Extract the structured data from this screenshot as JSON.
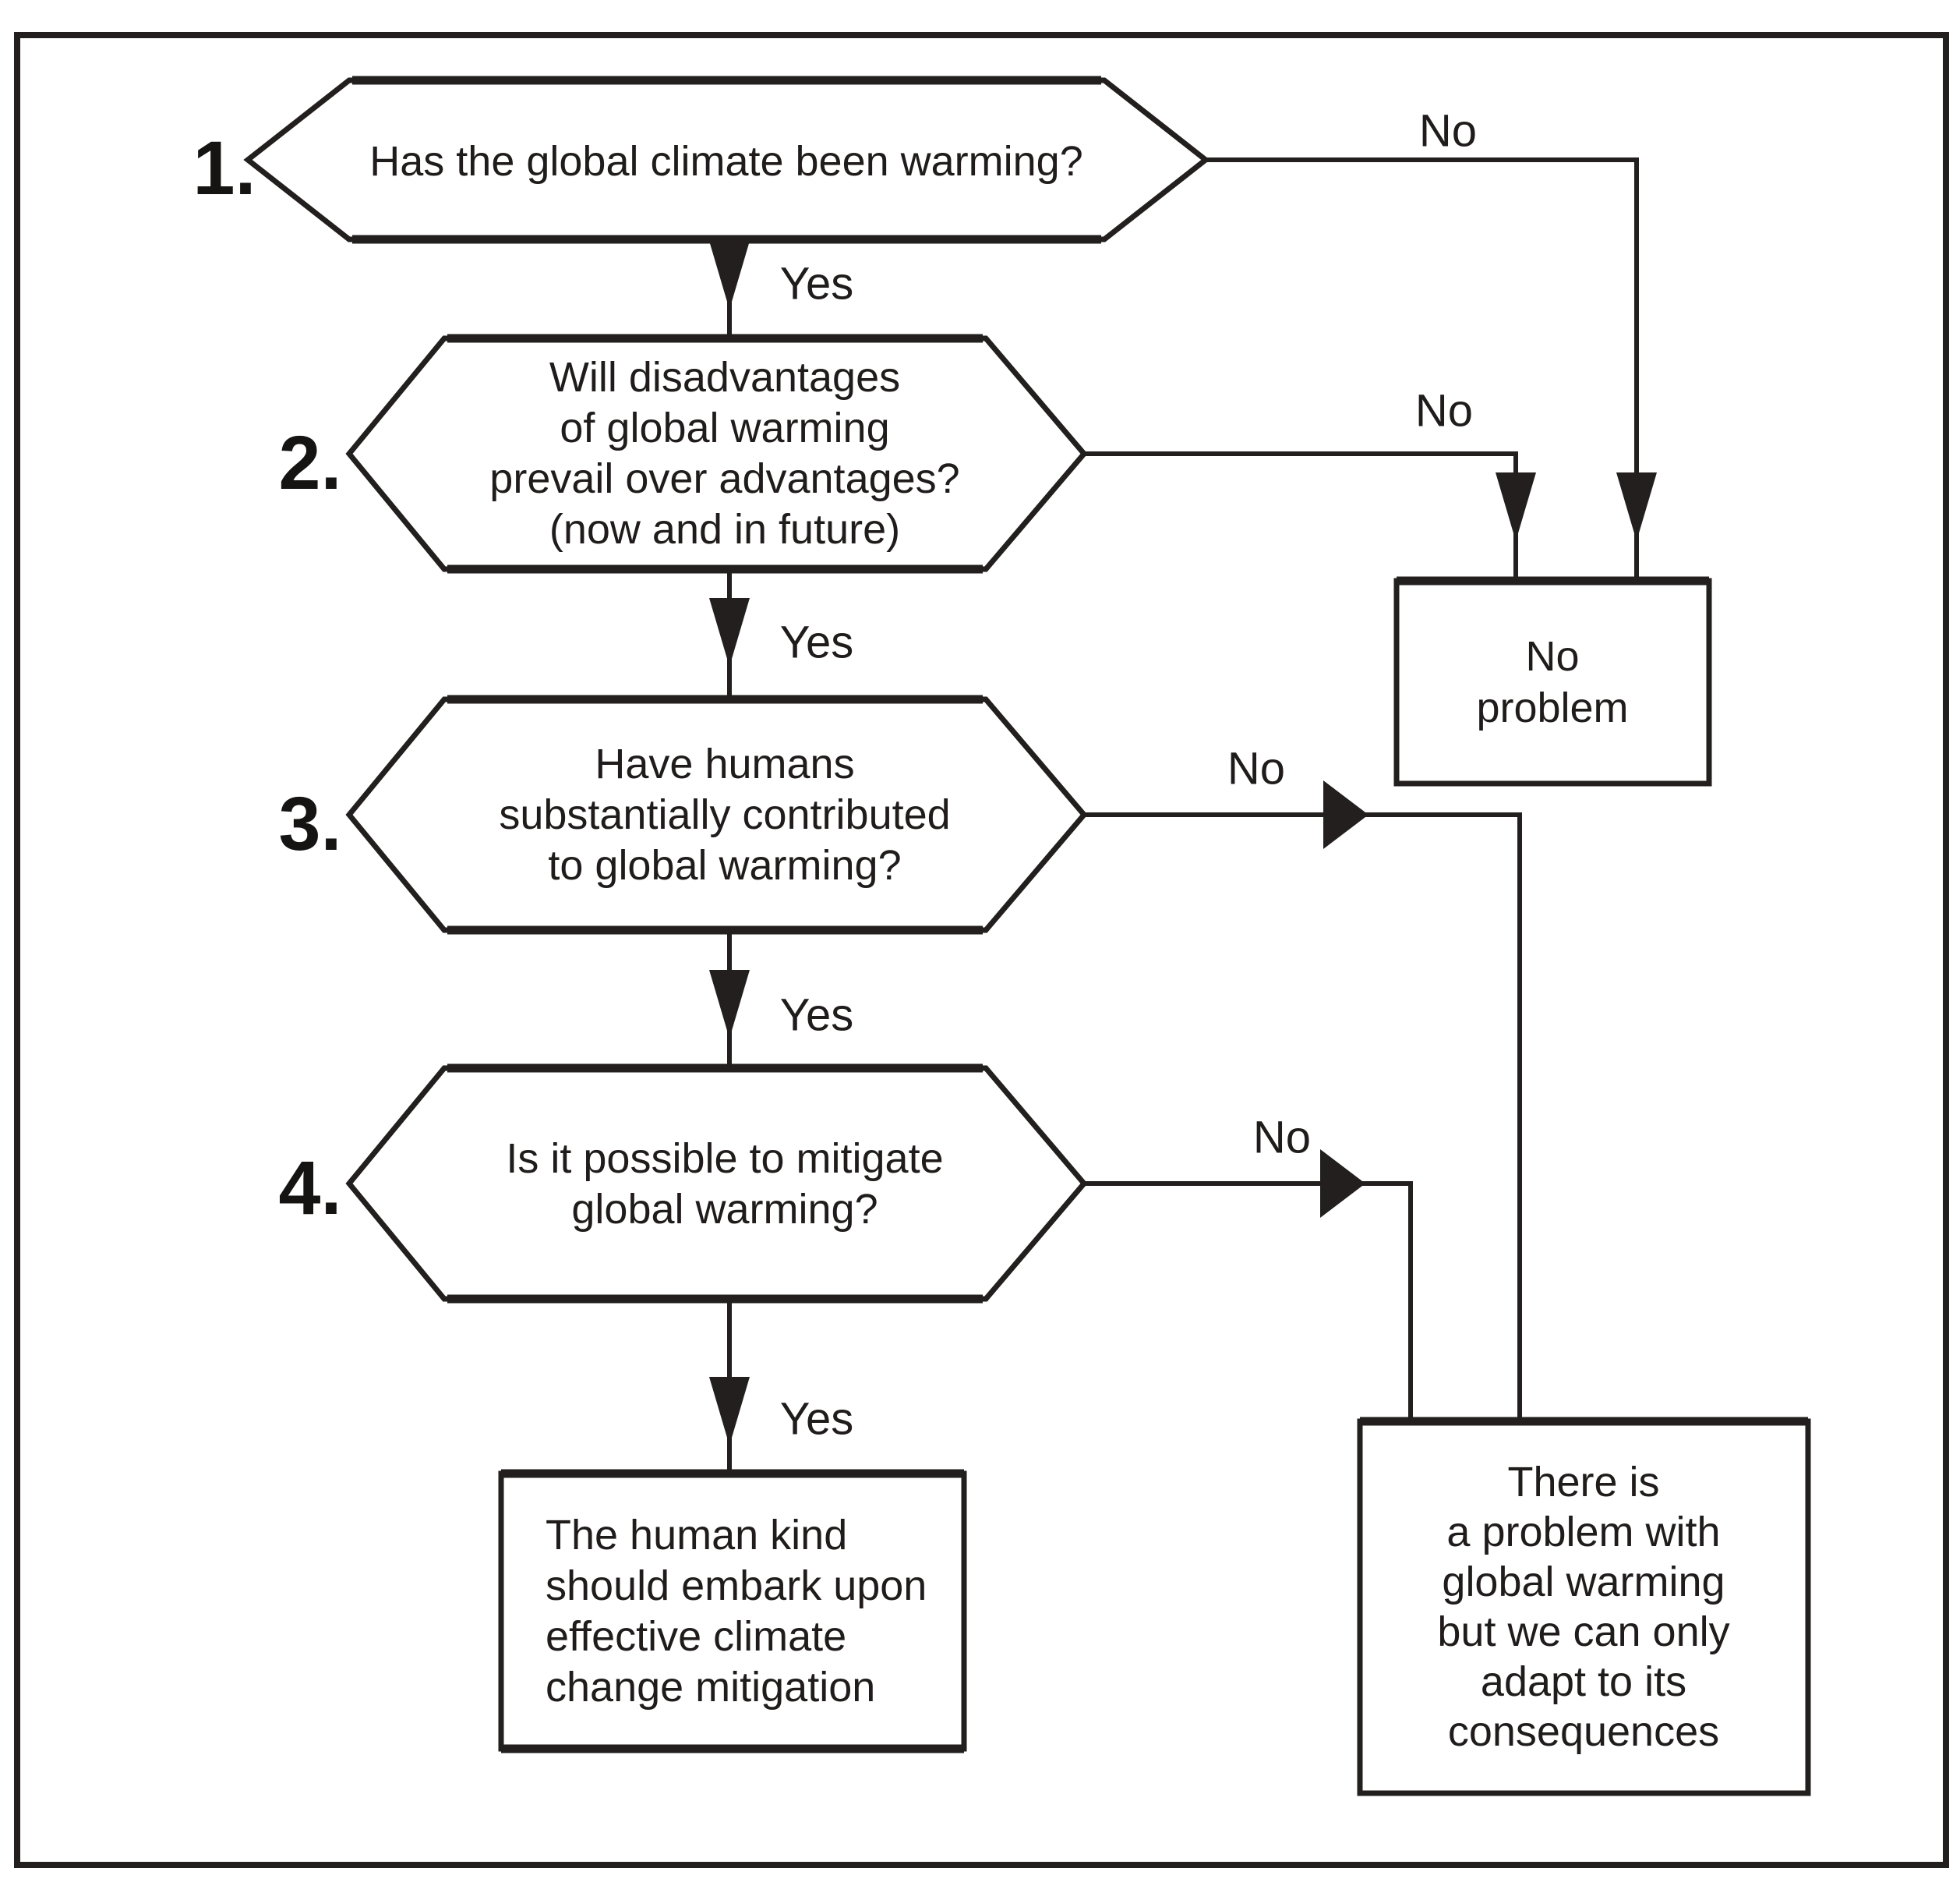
{
  "colors": {
    "ink": "#221f1e",
    "background": "#ffffff"
  },
  "flowchart": {
    "questions": [
      {
        "number": "1.",
        "lines": [
          "Has the global climate been warming?"
        ]
      },
      {
        "number": "2.",
        "lines": [
          "Will disadvantages",
          "of global warming",
          "prevail over advantages?",
          "(now and in future)"
        ]
      },
      {
        "number": "3.",
        "lines": [
          "Have humans",
          "substantially contributed",
          "to global warming?"
        ]
      },
      {
        "number": "4.",
        "lines": [
          "Is it possible to mitigate",
          "global warming?"
        ]
      }
    ],
    "edge_labels": {
      "yes": "Yes",
      "no": "No"
    },
    "outcomes": {
      "no_problem": {
        "lines": [
          "No",
          "problem"
        ]
      },
      "adapt": {
        "lines": [
          "There is",
          "a problem with",
          "global warming",
          "but we can only",
          "adapt to its",
          "consequences"
        ]
      },
      "mitigate": {
        "lines": [
          "The human kind",
          "should embark upon",
          "effective climate",
          "change mitigation"
        ]
      }
    }
  }
}
